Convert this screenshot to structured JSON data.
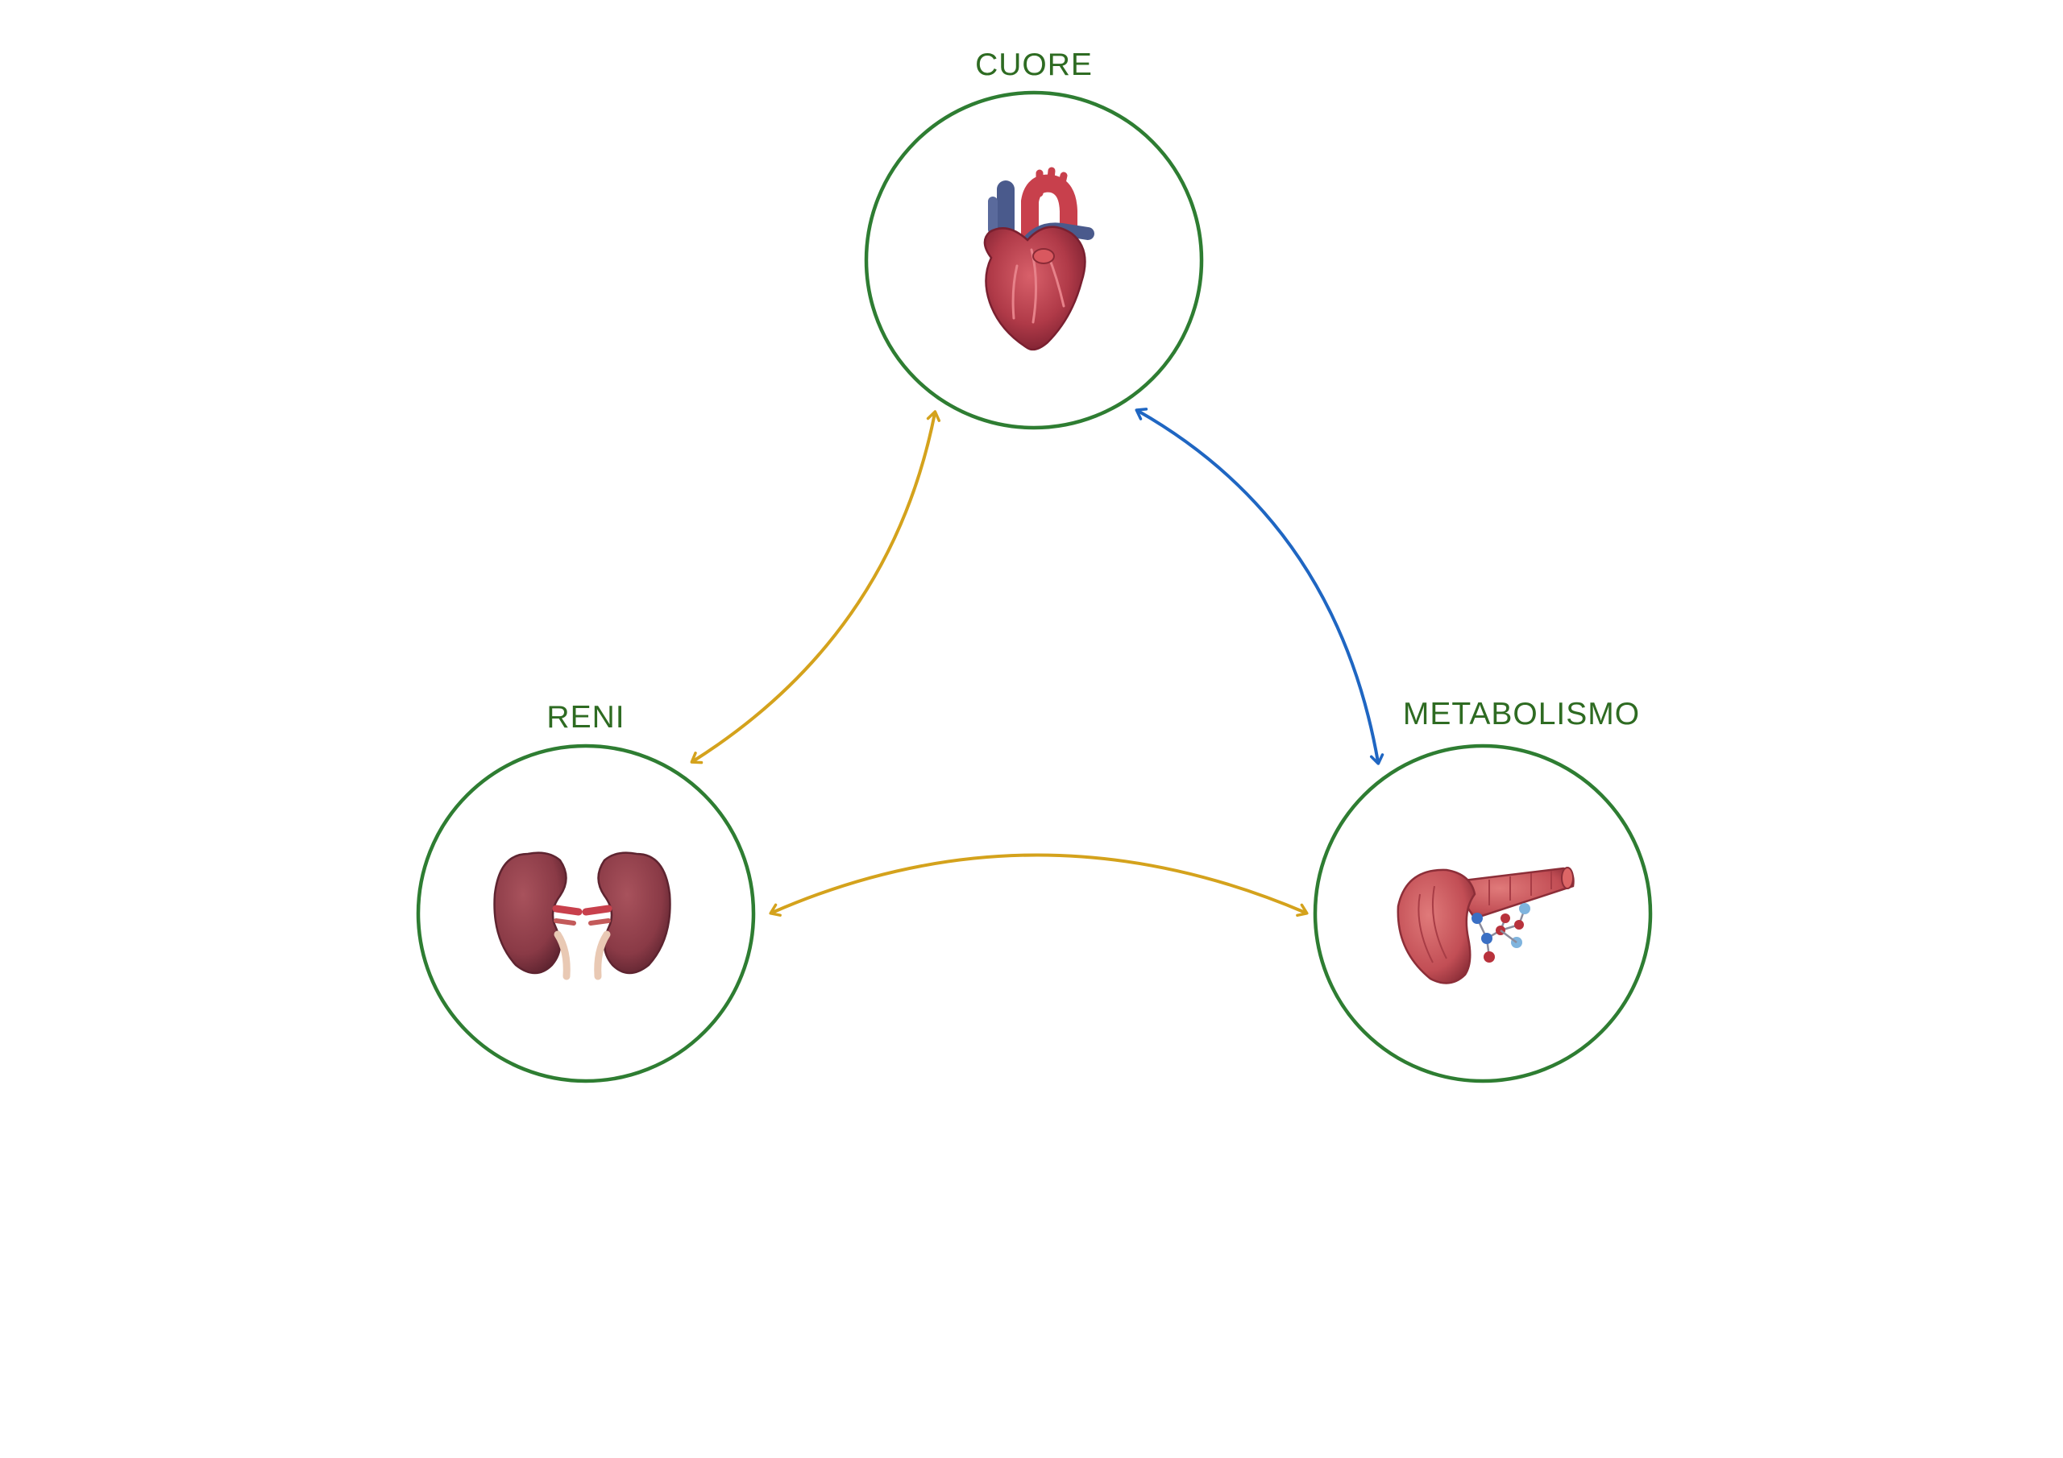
{
  "colors": {
    "node_stroke": "#2e7d32",
    "label_text": "#2e6b22",
    "arrow_gold": "#d4a21c",
    "arrow_blue": "#1f66c2",
    "heart_red": "#b83a48",
    "heart_blue": "#4a5a8c",
    "kidney": "#8e3f4a",
    "pancreas": "#c9545a"
  },
  "nodes": {
    "heart": {
      "label": "CUORE",
      "icon": "heart-icon"
    },
    "kidneys": {
      "label": "RENI",
      "icon": "kidneys-icon"
    },
    "metabolism": {
      "label": "METABOLISMO",
      "icon": "pancreas-icon"
    }
  },
  "links": [
    {
      "from": "heart",
      "to": "kidneys",
      "direction": "bidirectional",
      "color": "arrow_gold"
    },
    {
      "from": "heart",
      "to": "metabolism",
      "direction": "bidirectional",
      "color": "arrow_blue"
    },
    {
      "from": "kidneys",
      "to": "metabolism",
      "direction": "bidirectional",
      "color": "arrow_gold"
    }
  ]
}
